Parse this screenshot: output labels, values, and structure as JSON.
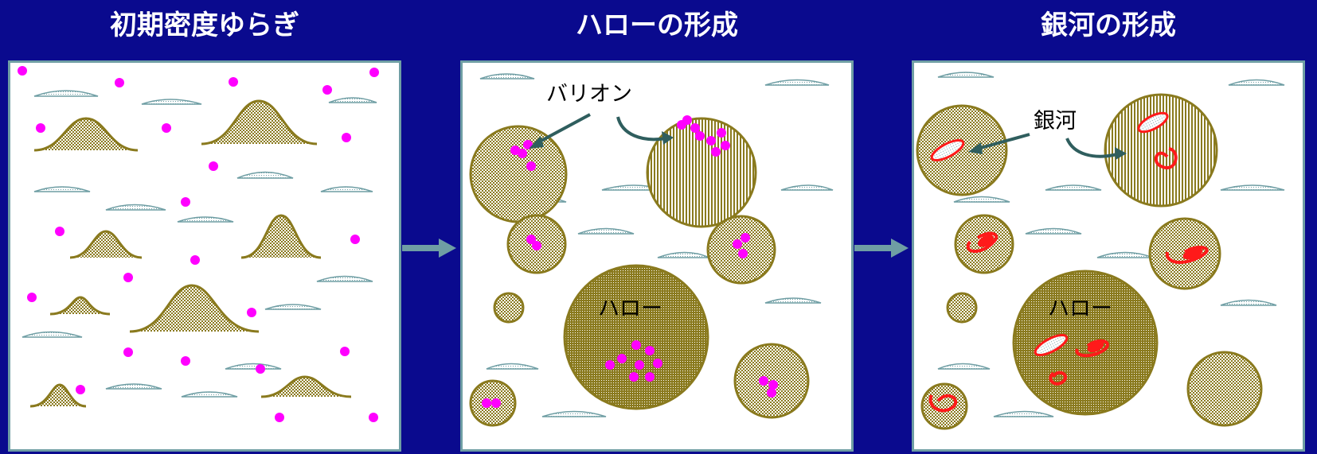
{
  "stages": [
    {
      "title": "初期密度ゆらぎ"
    },
    {
      "title": "ハローの形成",
      "baryon_label": "バリオン",
      "halo_label": "ハロー"
    },
    {
      "title": "銀河の形成",
      "galaxy_label": "銀河",
      "halo_label": "ハロー"
    }
  ],
  "colors": {
    "background": "#0a0a8e",
    "panel_border": "#6f9ea4",
    "halo_outline": "#8a7a1e",
    "halo_fill": "#c8bc8a",
    "baryon": "#ff00ff",
    "galaxy": "#ff1a1a",
    "arrow": "#6f9ea4",
    "pointer": "#2f5e5e"
  }
}
